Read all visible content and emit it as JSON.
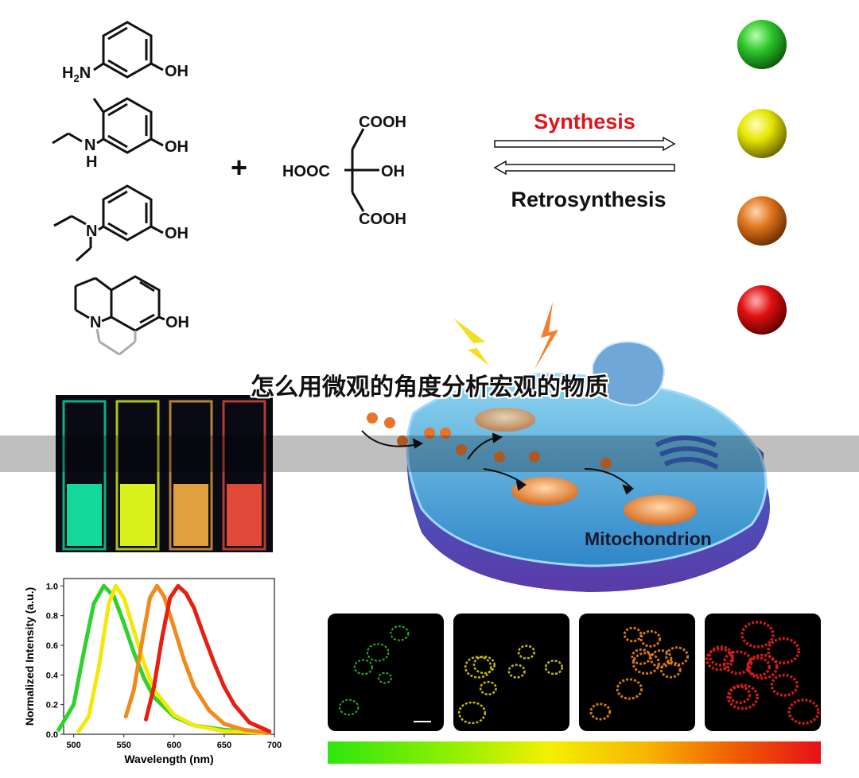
{
  "banner": {
    "title": "怎么用微观的角度分析宏观的物质"
  },
  "reaction": {
    "forward_label": "Synthesis",
    "reverse_label": "Retrosynthesis",
    "plus": "+",
    "citric_acid": {
      "top": "COOH",
      "left": "HOOC",
      "right": "OH",
      "bottom": "COOH"
    },
    "precursors": [
      {
        "amine": "H",
        "amine_sub": "2",
        "amine_n": "N",
        "hydroxyl": "OH"
      },
      {
        "amine": "N",
        "amine_h": "H",
        "hydroxyl": "OH"
      },
      {
        "amine": "N",
        "hydroxyl": "OH"
      },
      {
        "amine": "N",
        "hydroxyl": "OH"
      }
    ]
  },
  "dots": {
    "colors": [
      "#2ec82a",
      "#e6e600",
      "#e0761e",
      "#e01010"
    ]
  },
  "cell": {
    "label": "Mitochondrion"
  },
  "cuvettes": {
    "colors": [
      "#12d89a",
      "#d9f01a",
      "#e0a040",
      "#e04838"
    ]
  },
  "chart_data": {
    "type": "line",
    "xlabel": "Wavelength (nm)",
    "ylabel": "Normalized Intensity (a.u.)",
    "xlim": [
      490,
      700
    ],
    "ylim": [
      0,
      1.05
    ],
    "x_ticks": [
      "500",
      "550",
      "600",
      "650",
      "700"
    ],
    "y_ticks": [
      "0.0",
      "0.2",
      "0.4",
      "0.6",
      "0.8",
      "1.0"
    ],
    "series": [
      {
        "color": "#2fd12a",
        "x": [
          485,
          500,
          510,
          520,
          530,
          540,
          550,
          560,
          570,
          580,
          600,
          620,
          650,
          690
        ],
        "y": [
          0.03,
          0.2,
          0.55,
          0.88,
          1.0,
          0.93,
          0.75,
          0.55,
          0.38,
          0.25,
          0.12,
          0.06,
          0.03,
          0.01
        ]
      },
      {
        "color": "#f4e80a",
        "x": [
          505,
          515,
          525,
          535,
          542,
          550,
          560,
          570,
          580,
          600,
          620,
          650,
          690
        ],
        "y": [
          0.02,
          0.12,
          0.45,
          0.88,
          1.0,
          0.92,
          0.7,
          0.48,
          0.3,
          0.13,
          0.06,
          0.02,
          0.01
        ]
      },
      {
        "color": "#f08a1c",
        "x": [
          552,
          560,
          568,
          576,
          583,
          590,
          600,
          610,
          620,
          635,
          650,
          670,
          695
        ],
        "y": [
          0.12,
          0.3,
          0.62,
          0.92,
          1.0,
          0.93,
          0.72,
          0.5,
          0.32,
          0.16,
          0.07,
          0.03,
          0.01
        ]
      },
      {
        "color": "#e51f12",
        "x": [
          572,
          580,
          588,
          596,
          604,
          612,
          620,
          630,
          640,
          650,
          660,
          675,
          695
        ],
        "y": [
          0.1,
          0.32,
          0.65,
          0.92,
          1.0,
          0.95,
          0.85,
          0.66,
          0.48,
          0.32,
          0.2,
          0.08,
          0.02
        ]
      }
    ]
  },
  "micrographs": {
    "colors": [
      "#26c52a",
      "#d8cc14",
      "#e8821c",
      "#e02020"
    ]
  }
}
